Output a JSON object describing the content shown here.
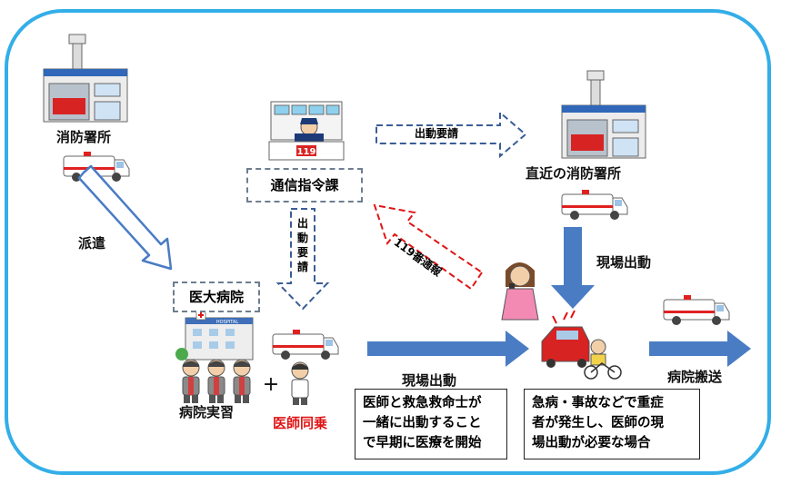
{
  "nodes": {
    "fire_station": "消防署所",
    "command_center": "通信指令課",
    "nearest_station": "直近の消防署所",
    "hospital": "医大病院",
    "training": "病院実習",
    "doctor_ride": "医師同乗"
  },
  "edges": {
    "dispatch": "派遣",
    "request_h": "出動要請",
    "request_v": [
      "出",
      "動",
      "要",
      "請"
    ],
    "call_119": "119番通報",
    "scene_1": "現場出動",
    "scene_2": "現場出動",
    "transport": "病院搬送"
  },
  "boxes": {
    "doctor_paramedic": [
      "医師と救急救命士が",
      "一緒に出動すること",
      "で早期に医療を開始"
    ],
    "case": [
      "急病・事故などで重症",
      "者が発生し、医師の現",
      "場出動が必要な場合"
    ]
  },
  "icon_text": {
    "dispatch_sign": "119",
    "hospital_sign": "HOSPITAL",
    "plus": "+"
  },
  "colors": {
    "frame": "#33aee8",
    "solid_arrow": "#4a7cc4",
    "dashed_arrow": "#3a5d96",
    "call_arrow": "#e01515",
    "accent": "#e01515"
  }
}
